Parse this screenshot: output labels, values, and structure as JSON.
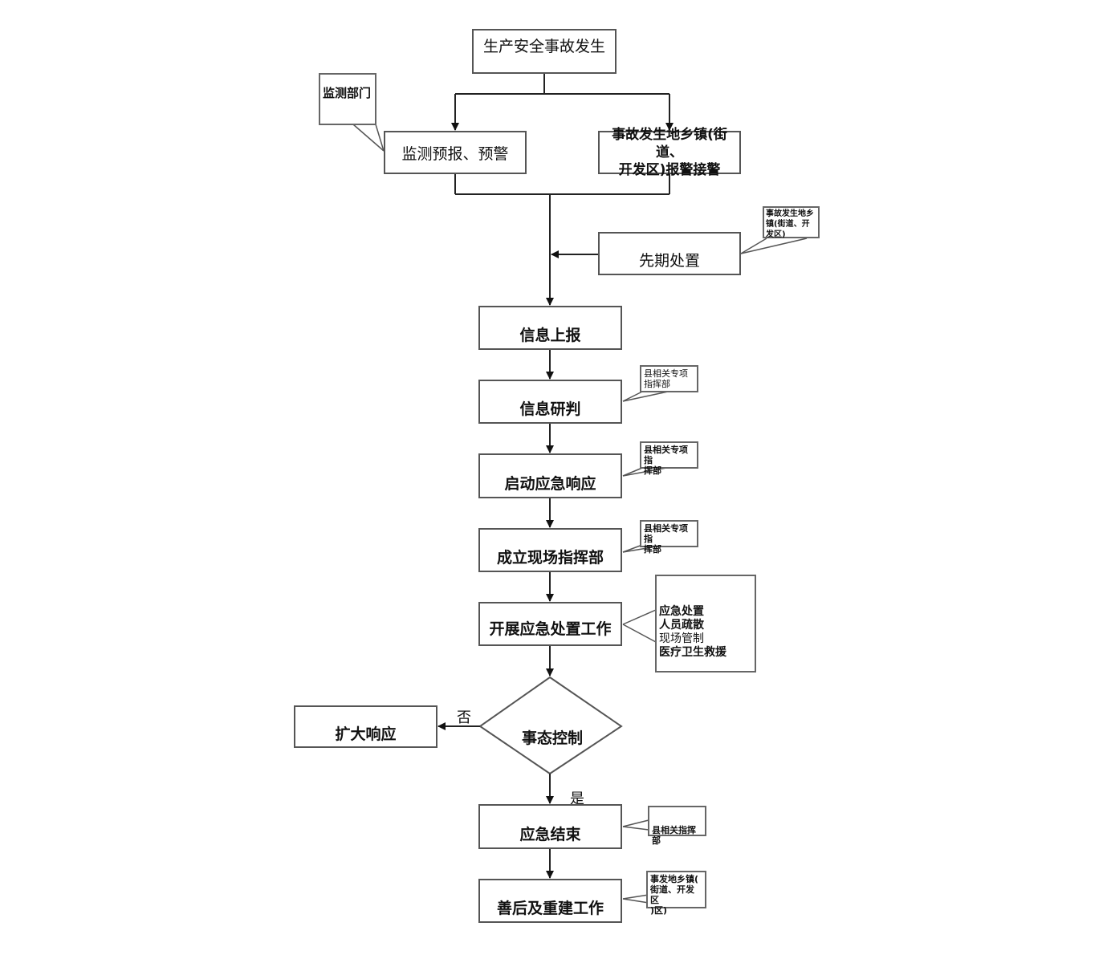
{
  "start": "生产安全事故发生",
  "monitor": "监测预报、预警",
  "report_receive": {
    "line1": "事故发生地乡镇(街道、",
    "line2": "开发区)报警接警"
  },
  "early_disposal": "先期处置",
  "info_report": "信息上报",
  "info_analysis": "信息研判",
  "start_response": "启动应急响应",
  "field_command": "成立现场指挥部",
  "emergency_work": "开展应急处置工作",
  "decision": "事态控制",
  "expand": "扩大响应",
  "end": "应急结束",
  "recovery": "善后及重建工作",
  "labels": {
    "no": "否",
    "yes": "是"
  },
  "notes": {
    "monitor_dept": "监测部门",
    "early_disposal_owner": {
      "line1": "事故发生地乡",
      "line2": "镇(街道、开",
      "line3": "发区)"
    },
    "analysis_owner": {
      "line1": "县相关专项",
      "line2": "指挥部"
    },
    "response_owner": {
      "line1": "县相关专项指",
      "line2": "挥部"
    },
    "command_owner": {
      "line1": "县相关专项指",
      "line2": "挥部"
    },
    "work_items": [
      "应急处置",
      "人员疏散",
      "现场管制",
      "医疗卫生救援"
    ],
    "end_owner": "县相关指挥部",
    "recovery_owner": {
      "line1": "事发地乡镇(",
      "line2": "街道、开发区",
      "line3": ")区)"
    }
  }
}
